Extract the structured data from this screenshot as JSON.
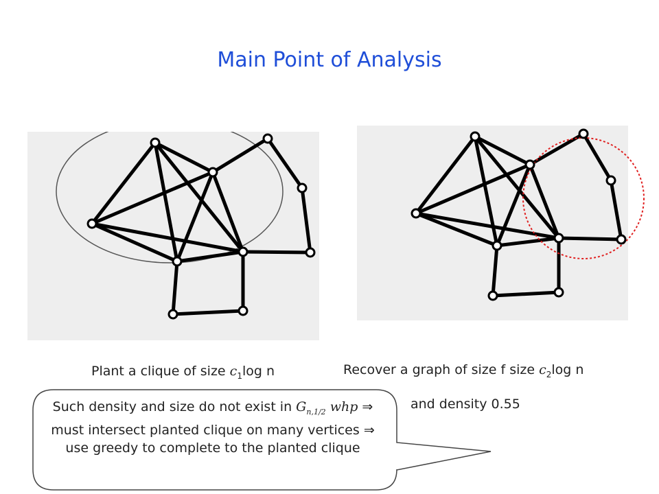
{
  "slide": {
    "title": "Main Point of Analysis"
  },
  "captions": {
    "left_prefix": "Plant a clique of size ",
    "left_math": "c",
    "left_sub": "1",
    "left_suffix": "log n",
    "right_prefix": "Recover a graph of size f size ",
    "right_math": "c",
    "right_sub": "2",
    "right_suffix": "log n",
    "right_line2": "and density 0.55"
  },
  "callout": {
    "t1": "Such density and size do not exist in ",
    "m1": "G",
    "m1_sub": "n,1/2",
    "m2": "whp",
    "arrow1": "⇒",
    "t2": " must intersect planted clique on many vertices ",
    "arrow2": "⇒",
    "t3": " use greedy to complete to the planted clique"
  },
  "colors": {
    "title": "#1f4ed8",
    "panel_bg": "#eeeeee",
    "edge": "#000000",
    "dotted_circle": "#e02020"
  }
}
